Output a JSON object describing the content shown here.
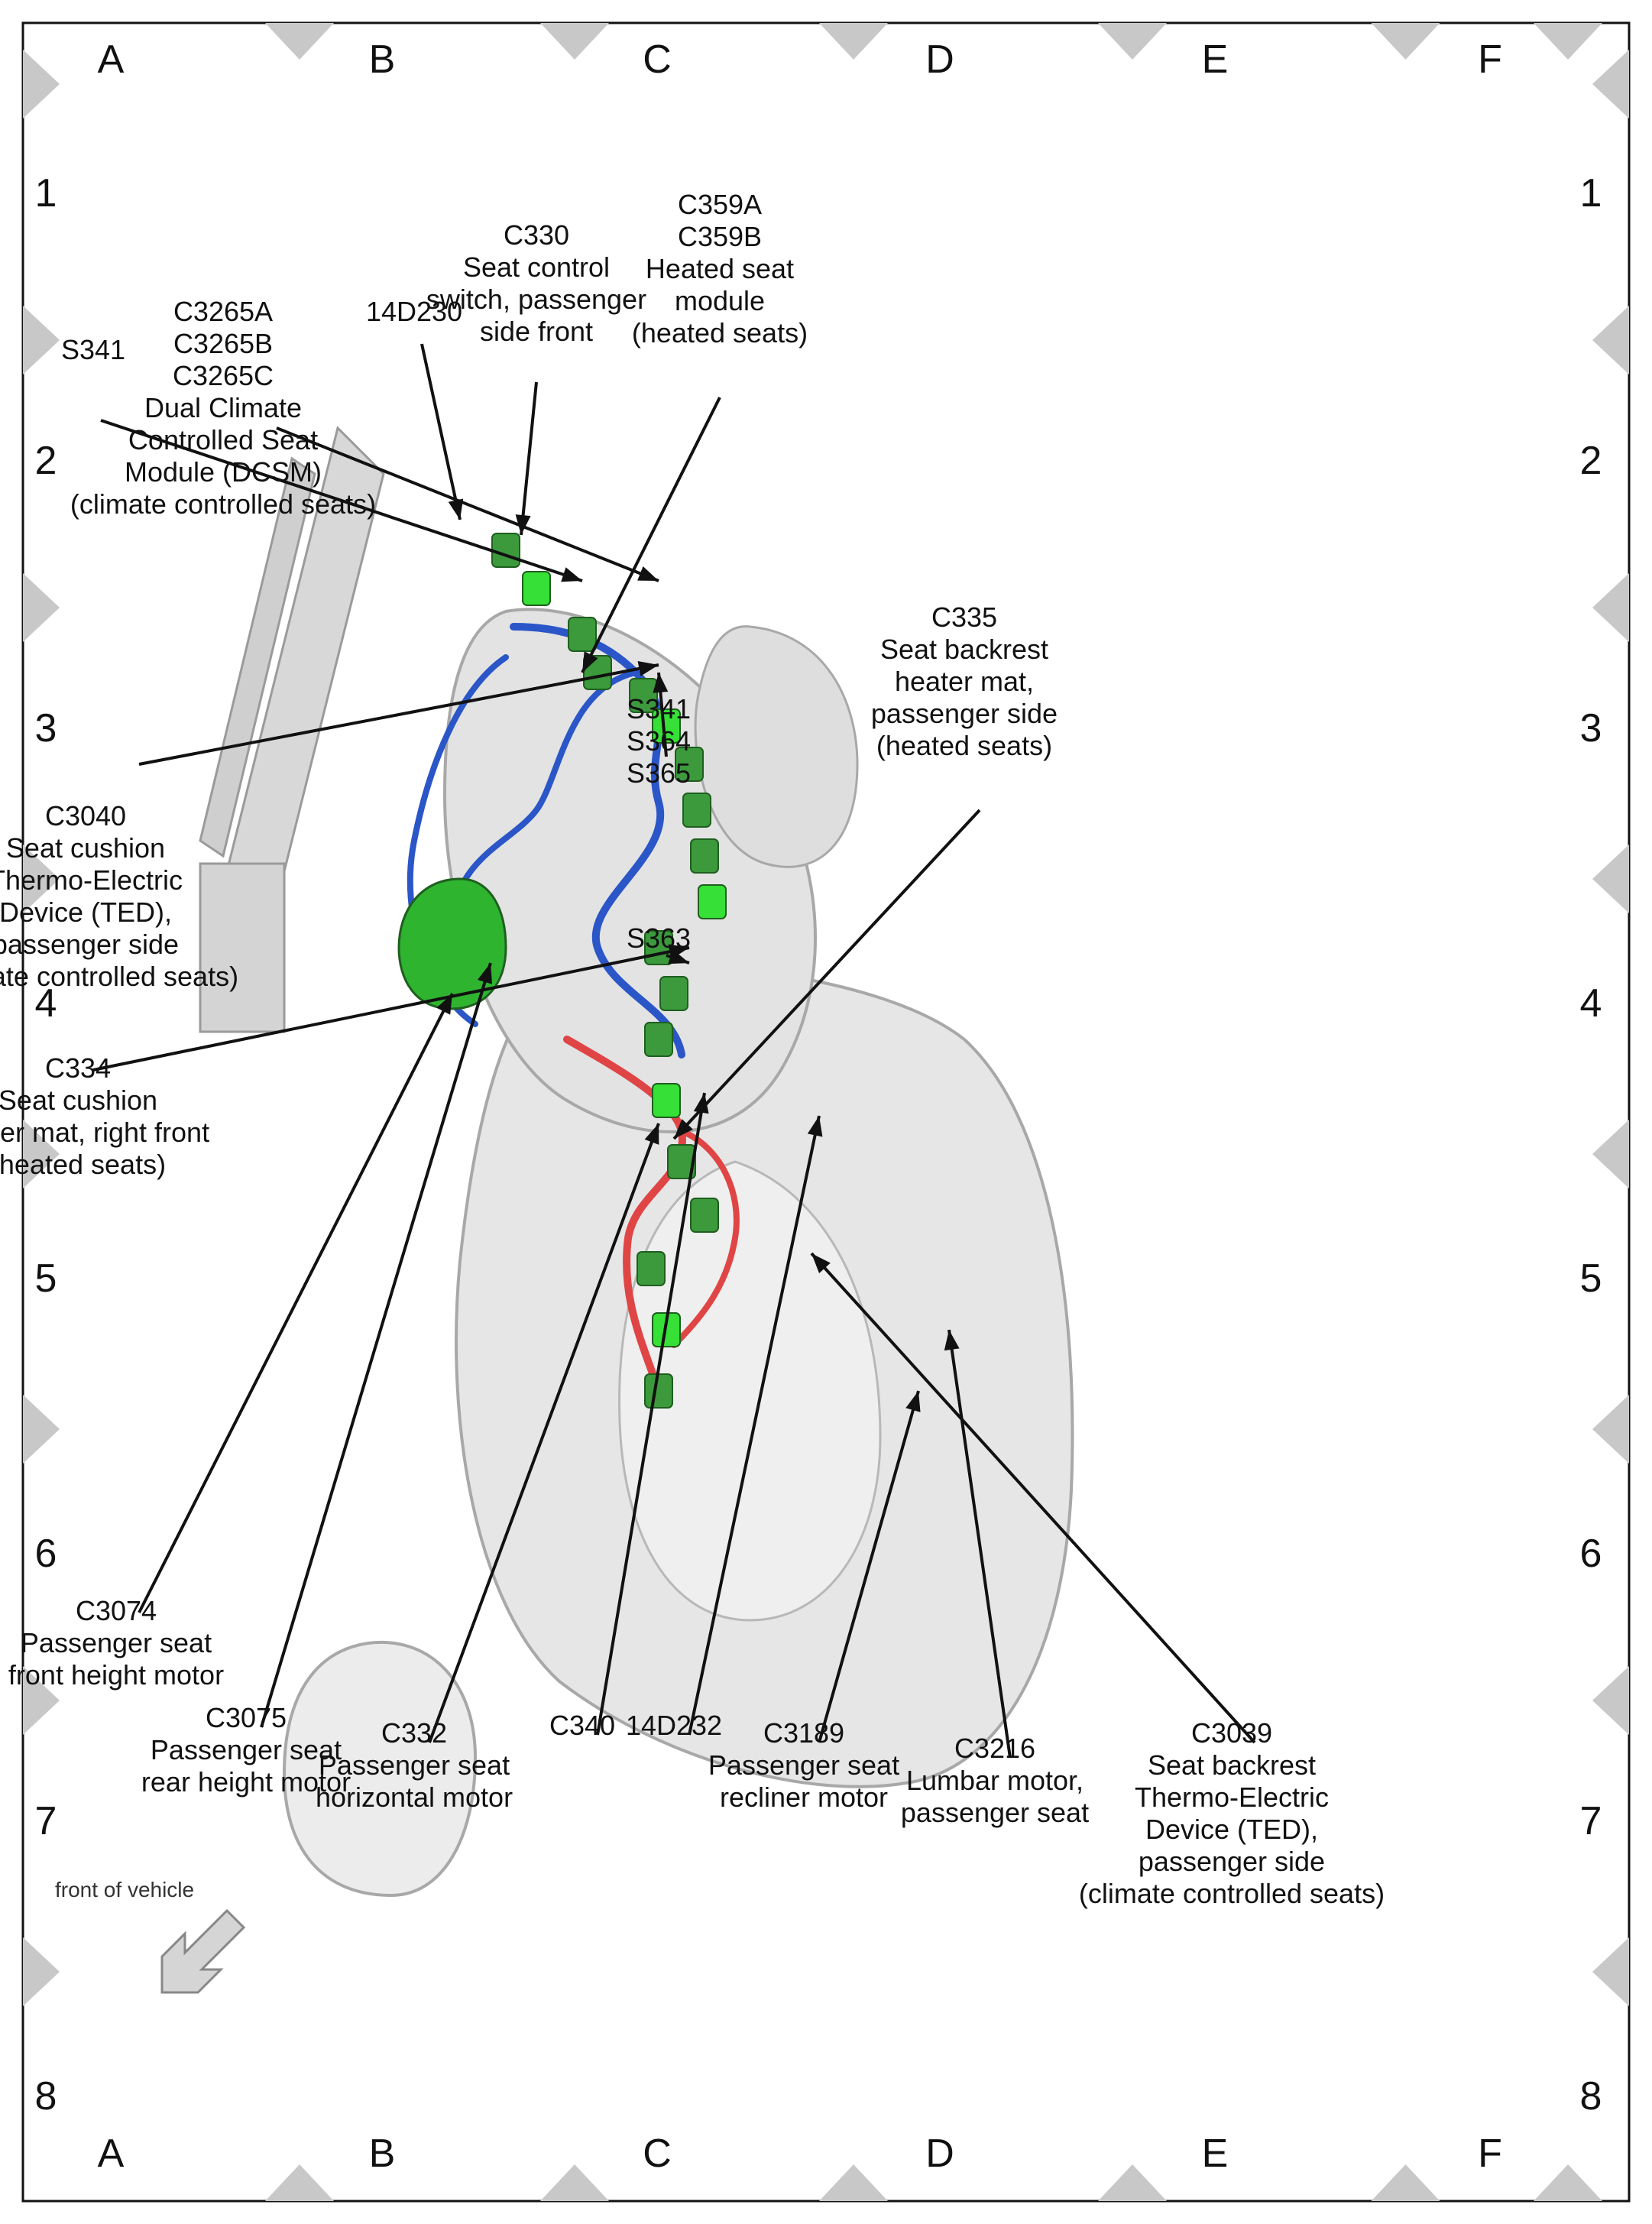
{
  "grid": {
    "columns": [
      "1",
      "2",
      "3",
      "4",
      "5",
      "6",
      "7",
      "8"
    ],
    "rows": [
      "A",
      "B",
      "C",
      "D",
      "E",
      "F"
    ]
  },
  "callouts": [
    {
      "id": "c3265",
      "lines": [
        "C3265A",
        "C3265B",
        "C3265C",
        "Dual Climate",
        "Controlled Seat",
        "Module (DCSM)",
        "(climate controlled seats)"
      ]
    },
    {
      "id": "s341a",
      "lines": [
        "S341"
      ]
    },
    {
      "id": "d230",
      "lines": [
        "14D230"
      ]
    },
    {
      "id": "c330",
      "lines": [
        "C330",
        "Seat control",
        "switch, passenger",
        "side front"
      ]
    },
    {
      "id": "c359",
      "lines": [
        "C359A",
        "C359B",
        "Heated seat",
        "module",
        "(heated seats)"
      ]
    },
    {
      "id": "c3040",
      "lines": [
        "C3040",
        "Seat cushion",
        "Thermo-Electric",
        "Device (TED),",
        "passenger side",
        "(climate controlled seats)"
      ]
    },
    {
      "id": "s341b",
      "lines": [
        "S341",
        "S364",
        "S365"
      ]
    },
    {
      "id": "c335",
      "lines": [
        "C335",
        "Seat backrest",
        "heater mat,",
        "passenger side",
        "(heated seats)"
      ]
    },
    {
      "id": "s363",
      "lines": [
        "S363"
      ]
    },
    {
      "id": "c334",
      "lines": [
        "C334",
        "Seat cushion",
        "heater mat, right front",
        "(heated seats)"
      ]
    },
    {
      "id": "c3074",
      "lines": [
        "C3074",
        "Passenger seat",
        "front height motor"
      ]
    },
    {
      "id": "c3075",
      "lines": [
        "C3075",
        "Passenger seat",
        "rear height motor"
      ]
    },
    {
      "id": "c332",
      "lines": [
        "C332",
        "Passenger seat",
        "horizontal motor"
      ]
    },
    {
      "id": "c340",
      "lines": [
        "C340"
      ]
    },
    {
      "id": "d232",
      "lines": [
        "14D232"
      ]
    },
    {
      "id": "c3189",
      "lines": [
        "C3189",
        "Passenger seat",
        "recliner motor"
      ]
    },
    {
      "id": "c3216",
      "lines": [
        "C3216",
        "Lumbar motor,",
        "passenger seat"
      ]
    },
    {
      "id": "c3039",
      "lines": [
        "C3039",
        "Seat backrest",
        "Thermo-Electric",
        "Device (TED),",
        "passenger side",
        "(climate controlled seats)"
      ]
    }
  ],
  "orientation": {
    "label": "front of vehicle"
  },
  "colors": {
    "border": "#111111",
    "grid_triangle": "#c8c8c8",
    "seat_fill": "#e6e6e6",
    "seat_stroke": "#a8a8a8",
    "harness_blue": "#2b56c8",
    "harness_red": "#e04545",
    "connector_green": "#3c9a3c",
    "connector_bright": "#36e036",
    "leader": "#111111",
    "arrow": "#d5d5d5"
  }
}
